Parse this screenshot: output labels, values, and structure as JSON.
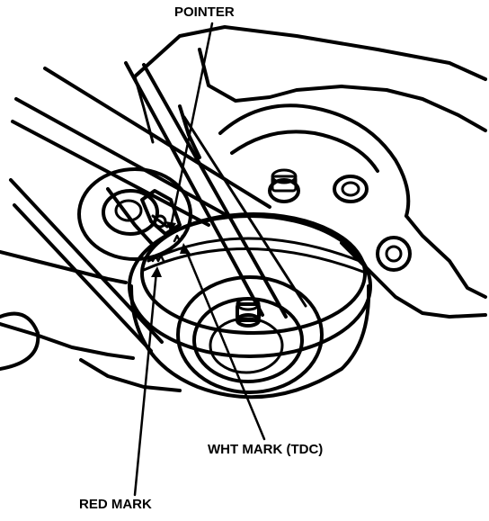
{
  "callouts": {
    "pointer": "POINTER",
    "wht_mark": "WHT MARK (TDC)",
    "red_mark": "RED MARK"
  },
  "colors": {
    "ink": "#000000",
    "paper": "#ffffff"
  },
  "icons": {
    "pointer_arrow": "arrow-down-icon",
    "wht_arrow": "arrow-up-icon",
    "red_arrow": "arrow-up-icon"
  }
}
